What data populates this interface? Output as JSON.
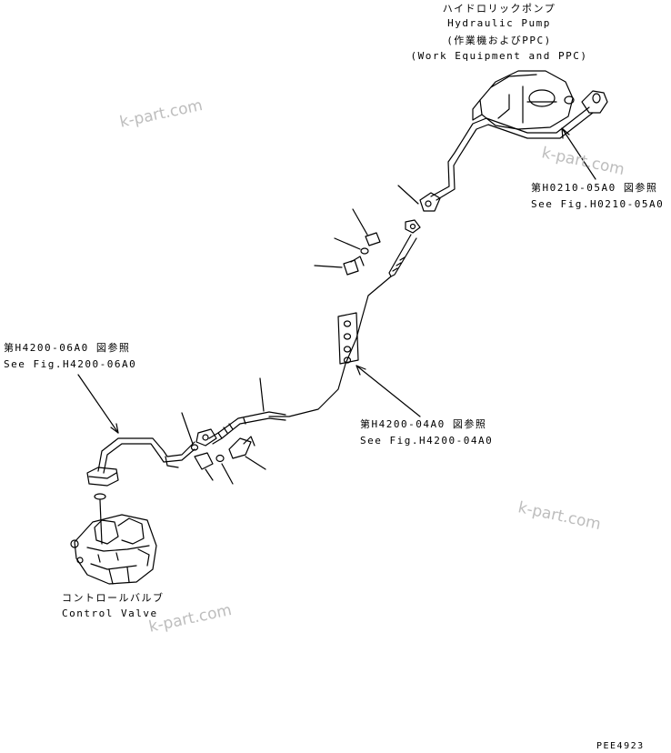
{
  "labels": {
    "pump": {
      "ja": "ハイドロリックポンプ",
      "en": "Hydraulic Pump",
      "ja_sub": "(作業機およびPPC)",
      "en_sub": "(Work Equipment and PPC)"
    },
    "ref_h0210": {
      "ja": "第H0210-05A0 図参照",
      "en": "See Fig.H0210-05A0"
    },
    "ref_h4200_06": {
      "ja": "第H4200-06A0 図参照",
      "en": "See Fig.H4200-06A0"
    },
    "ref_h4200_04": {
      "ja": "第H4200-04A0 図参照",
      "en": "See Fig.H4200-04A0"
    },
    "valve": {
      "ja": "コントロールバルブ",
      "en": "Control Valve"
    },
    "drawing_code": "PEE4923"
  },
  "watermark": "k-part.com",
  "colors": {
    "line": "#000000",
    "watermark": "#bdbdbd",
    "background": "#ffffff"
  }
}
